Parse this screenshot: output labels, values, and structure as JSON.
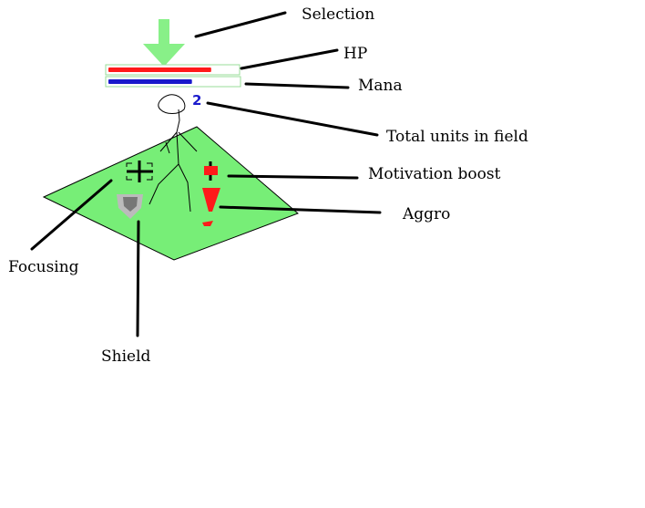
{
  "labels": {
    "selection": "Selection",
    "hp": "HP",
    "mana": "Mana",
    "total_units": "Total units in field",
    "motivation_boost": "Motivation boost",
    "aggro": "Aggro",
    "focusing": "Focusing",
    "shield": "Shield"
  },
  "unit_count": "2",
  "bars": {
    "hp_fill": 0.8,
    "mana_fill": 0.65
  },
  "colors": {
    "field": "#77ee77",
    "selection_arrow": "#88f088",
    "hp": "#ff1a1a",
    "mana": "#1a1acc",
    "count": "#1a1acc",
    "bar_border": "#99dd99",
    "aggro": "#ff1a1a",
    "shield_outer": "#bbbbbb",
    "shield_inner": "#777777"
  },
  "icons": {
    "selection": "down-arrow-icon",
    "focusing": "crosshair-icon",
    "shield": "shield-icon",
    "motivation": "motivation-flag-icon",
    "aggro": "exclamation-icon",
    "unit": "stick-figure-icon"
  }
}
